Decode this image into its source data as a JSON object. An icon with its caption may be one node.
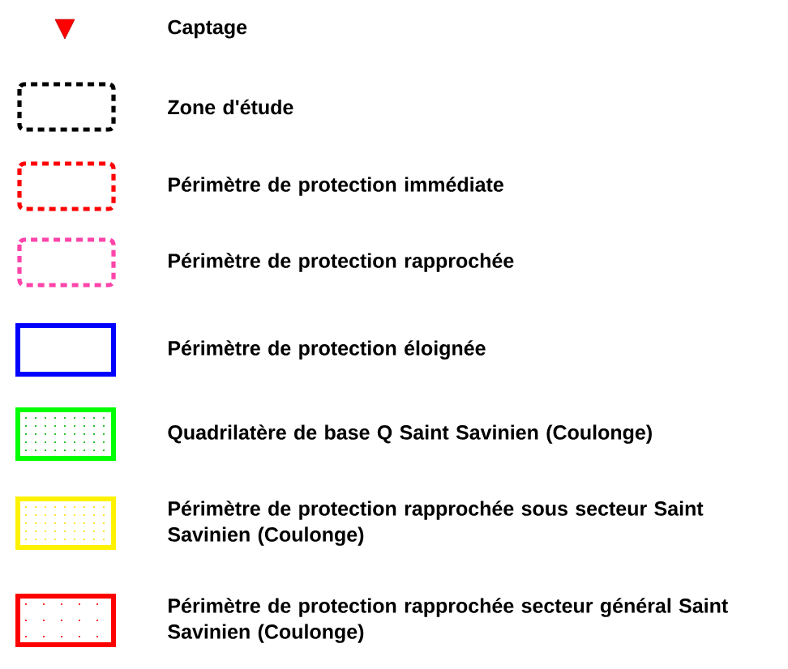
{
  "diagram": {
    "legend": [
      {
        "text": "Captage"
      },
      {
        "text": "Zone d'étude"
      },
      {
        "text": "Périmètre de protection immédiate"
      },
      {
        "text": "Périmètre de protection rapprochée"
      },
      {
        "text": "Périmètre de protection éloignée"
      },
      {
        "text": "Quadrilatère de base Q Saint Savinien (Coulonge)"
      },
      {
        "text": "Périmètre de protection rapprochée sous secteur Saint Savinien (Coulonge)"
      },
      {
        "text": "Périmètre de protection rapprochée secteur général Saint Savinien (Coulonge)"
      }
    ]
  }
}
